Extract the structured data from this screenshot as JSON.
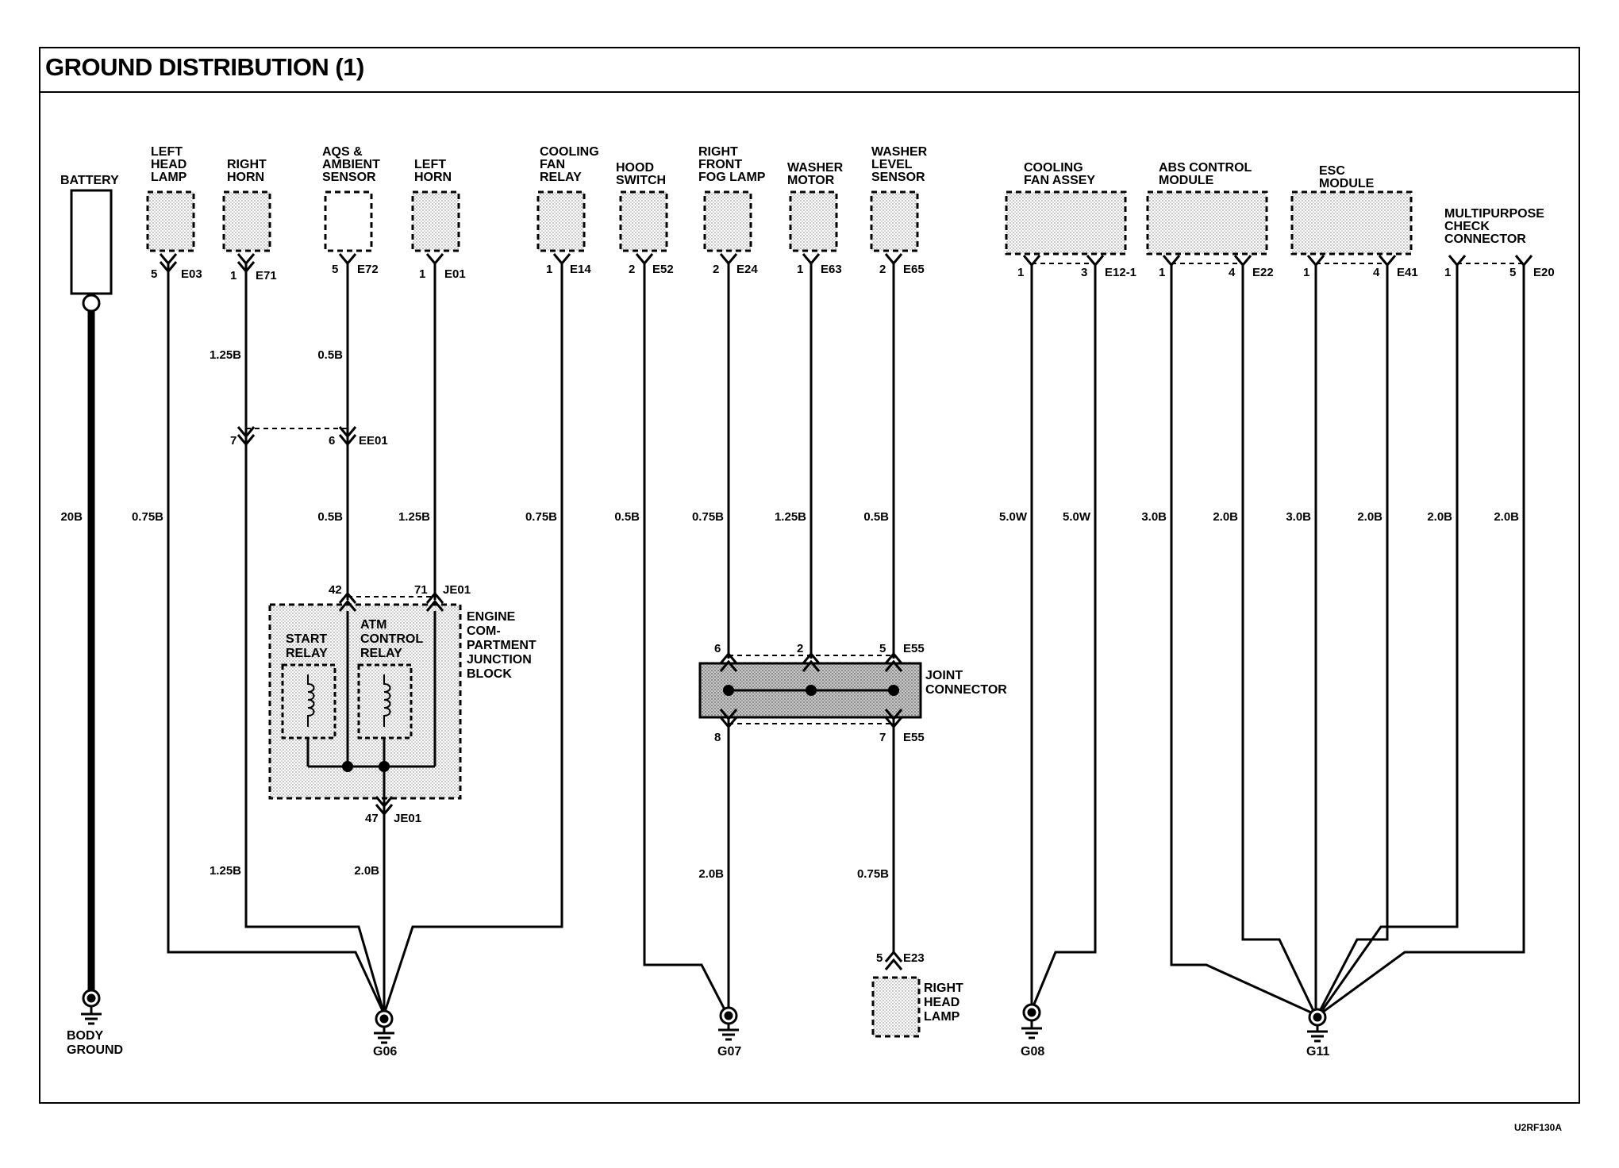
{
  "title": "GROUND DISTRIBUTION (1)",
  "reference_code": "U2RF130A",
  "components": {
    "battery": "BATTERY",
    "left_head_lamp": [
      "LEFT",
      "HEAD",
      "LAMP"
    ],
    "right_horn": [
      "RIGHT",
      "HORN"
    ],
    "aqs_sensor": [
      "AQS &",
      "AMBIENT",
      "SENSOR"
    ],
    "left_horn": [
      "LEFT",
      "HORN"
    ],
    "cooling_fan_relay": [
      "COOLING",
      "FAN",
      "RELAY"
    ],
    "hood_switch": [
      "HOOD",
      "SWITCH"
    ],
    "right_fog_lamp": [
      "RIGHT",
      "FRONT",
      "FOG LAMP"
    ],
    "washer_motor": [
      "WASHER",
      "MOTOR"
    ],
    "washer_level_sensor": [
      "WASHER",
      "LEVEL",
      "SENSOR"
    ],
    "cooling_fan_assey": [
      "COOLING",
      "FAN ASSEY"
    ],
    "abs_module": [
      "ABS CONTROL",
      "MODULE"
    ],
    "esc_module": [
      "ESC",
      "MODULE"
    ],
    "multipurpose_connector": [
      "MULTIPURPOSE",
      "CHECK",
      "CONNECTOR"
    ],
    "junction_block": [
      "ENGINE",
      "COM-",
      "PARTMENT",
      "JUNCTION",
      "BLOCK"
    ],
    "start_relay": [
      "START",
      "RELAY"
    ],
    "atm_relay": [
      "ATM",
      "CONTROL",
      "RELAY"
    ],
    "joint_connector": [
      "JOINT",
      "CONNECTOR"
    ],
    "right_head_lamp": [
      "RIGHT",
      "HEAD",
      "LAMP"
    ],
    "body_ground": [
      "BODY",
      "GROUND"
    ]
  },
  "grounds": {
    "g06": "G06",
    "g07": "G07",
    "g08": "G08",
    "g11": "G11"
  },
  "connectors": {
    "e03": "E03",
    "e71": "E71",
    "e72": "E72",
    "e01": "E01",
    "e14": "E14",
    "e52": "E52",
    "e24": "E24",
    "e63": "E63",
    "e65": "E65",
    "e12": "E12-1",
    "e22": "E22",
    "e41": "E41",
    "e20": "E20",
    "ee01": "EE01",
    "je01": "JE01",
    "e55": "E55",
    "e23": "E23"
  },
  "pins": {
    "p1": "1",
    "p2": "2",
    "p3": "3",
    "p4": "4",
    "p5": "5",
    "p6": "6",
    "p7": "7",
    "p8": "8",
    "p42": "42",
    "p47": "47",
    "p71": "71"
  },
  "wires": {
    "w20B": "20B",
    "w075B": "0.75B",
    "w125B": "1.25B",
    "w05B": "0.5B",
    "w20B2": "2.0B",
    "w30B": "3.0B",
    "w50W": "5.0W"
  }
}
